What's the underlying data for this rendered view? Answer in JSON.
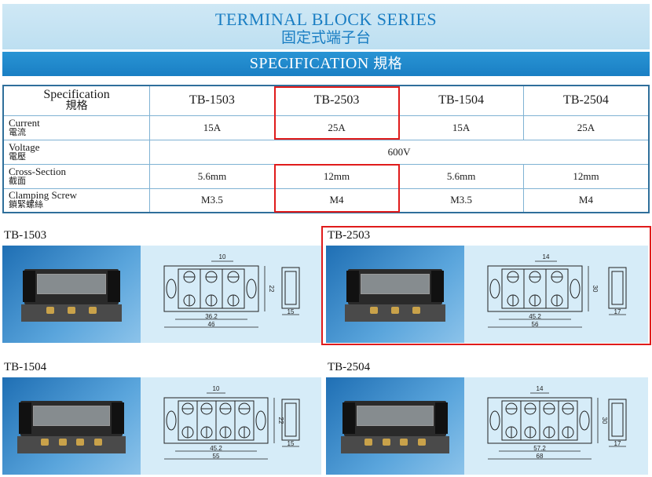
{
  "header": {
    "title_en": "TERMINAL BLOCK SERIES",
    "title_zh": "固定式端子台",
    "spec_en": "SPECIFICATION",
    "spec_zh": "規格"
  },
  "table": {
    "head_label_en": "Specification",
    "head_label_zh": "規格",
    "models": [
      "TB-1503",
      "TB-2503",
      "TB-1504",
      "TB-2504"
    ],
    "rows": [
      {
        "label_en": "Current",
        "label_zh": "電流",
        "values": [
          "15A",
          "25A",
          "15A",
          "25A"
        ]
      },
      {
        "label_en": "Voltage",
        "label_zh": "電壓",
        "values": [
          "600V"
        ]
      },
      {
        "label_en": "Cross-Section",
        "label_zh": "截面",
        "values": [
          "5.6mm",
          "12mm",
          "5.6mm",
          "12mm"
        ]
      },
      {
        "label_en": "Clamping Screw",
        "label_zh": "鎖緊螺絲",
        "values": [
          "M3.5",
          "M4",
          "M3.5",
          "M4"
        ]
      }
    ]
  },
  "products": [
    {
      "name": "TB-1503",
      "dims": {
        "pitch": "10",
        "height": "22",
        "inner": "36.2",
        "outer": "46",
        "side": "15"
      }
    },
    {
      "name": "TB-2503",
      "dims": {
        "pitch": "14",
        "height": "30",
        "inner": "45.2",
        "outer": "56",
        "side": "17"
      }
    },
    {
      "name": "TB-1504",
      "dims": {
        "pitch": "10",
        "height": "22",
        "inner": "45.2",
        "outer": "55",
        "side": "15"
      }
    },
    {
      "name": "TB-2504",
      "dims": {
        "pitch": "14",
        "height": "30",
        "inner": "57.2",
        "outer": "68",
        "side": "17"
      }
    }
  ],
  "colors": {
    "accent": "#1a7ec3",
    "highlight": "#e01b1b",
    "panel": "#d6ecf8"
  }
}
